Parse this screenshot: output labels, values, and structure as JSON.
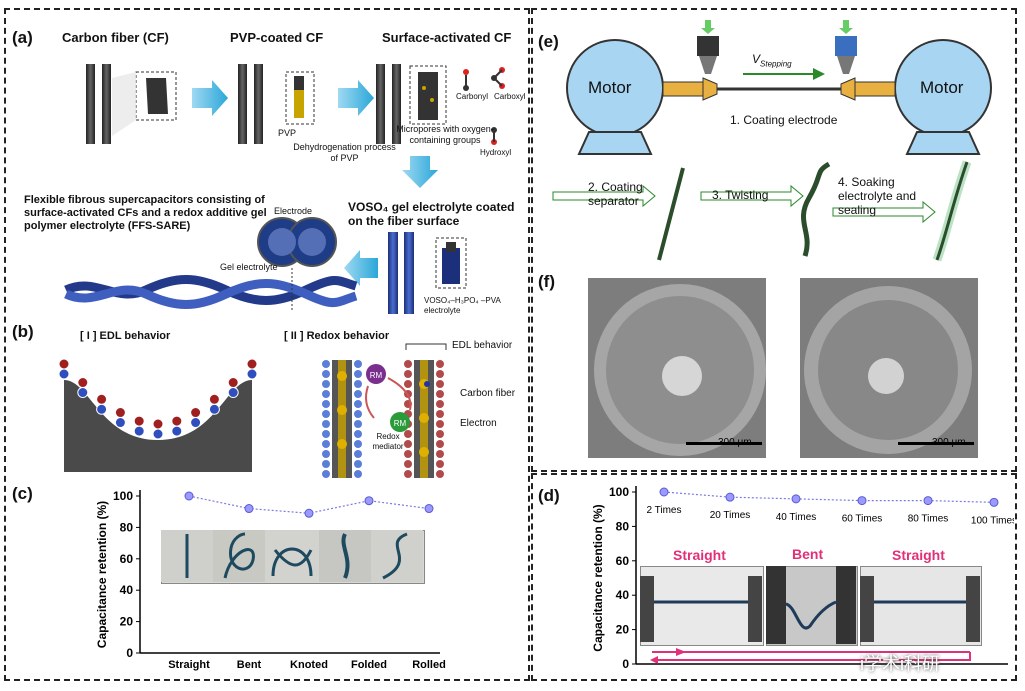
{
  "panels": {
    "a": {
      "label": "(a)",
      "stage_cf": "Carbon fiber (CF)",
      "stage_pvp": "PVP-coated CF",
      "stage_sa": "Surface-activated CF",
      "pvp_note": "PVP",
      "dehydro": "Dehydrogenation process of PVP",
      "micropores": "Micropores with oxygen-containing groups",
      "carbonyl": "Carbonyl",
      "carboxyl": "Carboxyl",
      "hydroxyl": "Hydroxyl",
      "voso4_title": "VOSO₄ gel electrolyte coated on the fiber surface",
      "voso4_label": "VOSO₄–H₃PO₄ –PVA electrolyte",
      "ffs_title": "Flexible fibrous supercapacitors consisting of surface-activated CFs and a redox additive gel polymer electrolyte (FFS-SARE)",
      "electrode": "Electrode",
      "gel": "Gel electrolyte"
    },
    "b": {
      "label": "(b)",
      "edl": "[ I ] EDL behavior",
      "redox": "[ II ] Redox behavior",
      "edl_right": "EDL behavior",
      "rm": "RM",
      "redox_mediator": "Redox mediator",
      "carbon_fiber": "Carbon fiber",
      "electron": "Electron",
      "e": "e"
    },
    "e": {
      "label": "(e)",
      "motor": "Motor",
      "vstep": "V",
      "vstep_sub": "Stepping",
      "step1": "1. Coating electrode",
      "step2": "2. Coating separator",
      "step3": "3. Twisting",
      "step4": "4. Soaking electrolyte and sealing"
    },
    "f": {
      "label": "(f)",
      "scale1": "300 μm",
      "scale2": "300 μm"
    },
    "watermark": "i学术i科研"
  },
  "chart_data": [
    {
      "panel": "(c)",
      "type": "line",
      "ylabel": "Capacitance retention (%)",
      "categories": [
        "Straight",
        "Bent",
        "Knoted",
        "Folded",
        "Rolled"
      ],
      "values": [
        100,
        92,
        89,
        97,
        92
      ],
      "ylim": [
        0,
        100
      ],
      "yticks": [
        0,
        20,
        40,
        60,
        80,
        100
      ],
      "grid": false
    },
    {
      "panel": "(d)",
      "type": "line",
      "ylabel": "Capacitance retention (%)",
      "categories": [
        "2 Times",
        "20 Times",
        "40 Times",
        "60 Times",
        "80 Times",
        "100 Times"
      ],
      "values": [
        100,
        97,
        96,
        95,
        95,
        94
      ],
      "ylim": [
        0,
        100
      ],
      "yticks": [
        0,
        20,
        40,
        60,
        80,
        100
      ],
      "photo_labels": [
        "Straight",
        "Bent",
        "Straight"
      ],
      "grid": false
    }
  ]
}
